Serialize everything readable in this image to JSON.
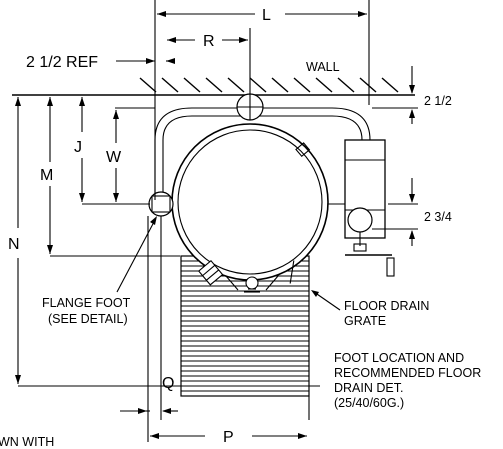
{
  "dimensions": {
    "L": "L",
    "R": "R",
    "ref": "2 1/2 REF",
    "J": "J",
    "W": "W",
    "M": "M",
    "N": "N",
    "Q": "Q",
    "P": "P",
    "top_right": "2 1/2",
    "mid_right": "2 3/4"
  },
  "labels": {
    "wall": "WALL",
    "flange_foot_1": "FLANGE FOOT",
    "flange_foot_2": "(SEE DETAIL)",
    "floor_drain_1": "FLOOR DRAIN",
    "floor_drain_2": "GRATE",
    "caption_1": "FOOT LOCATION AND",
    "caption_2": "RECOMMENDED FLOOR",
    "caption_3": "DRAIN DET.",
    "caption_4": "(25/40/60G.)",
    "cut_text": "WN WITH"
  }
}
